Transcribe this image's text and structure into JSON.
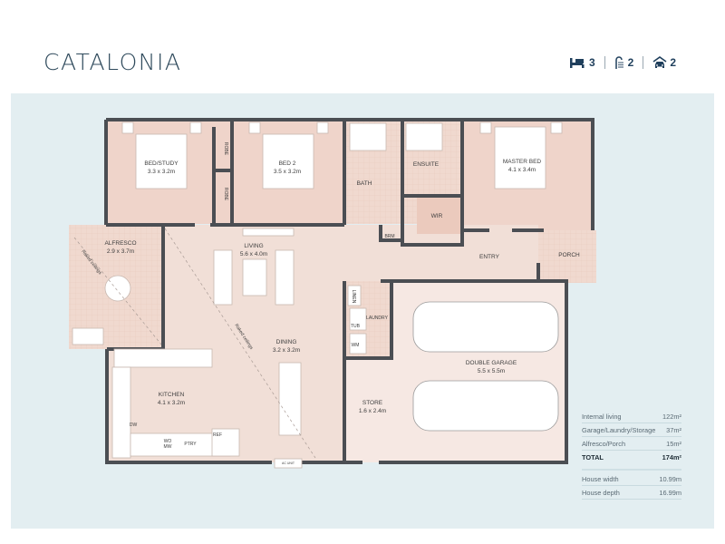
{
  "header": {
    "title": "CATALONIA",
    "specs": [
      {
        "icon": "bed-icon",
        "value": "3"
      },
      {
        "icon": "shower-icon",
        "value": "2"
      },
      {
        "icon": "garage-car-icon",
        "value": "2"
      }
    ]
  },
  "rooms": {
    "bed_study": {
      "name": "BED/STUDY",
      "size": "3.3 x 3.2m"
    },
    "robe1": {
      "name": "ROBE"
    },
    "robe2": {
      "name": "ROBE"
    },
    "bed2": {
      "name": "BED 2",
      "size": "3.5 x 3.2m"
    },
    "bath": {
      "name": "BATH"
    },
    "ensuite": {
      "name": "ENSUITE"
    },
    "wir": {
      "name": "WIR"
    },
    "brm": {
      "name": "BRM"
    },
    "master": {
      "name": "MASTER BED",
      "size": "4.1 x 3.4m"
    },
    "entry": {
      "name": "ENTRY"
    },
    "porch": {
      "name": "PORCH"
    },
    "alfresco": {
      "name": "ALFRESCO",
      "size": "2.9 x 3.7m"
    },
    "living": {
      "name": "LIVING",
      "size": "5.6 x 4.0m"
    },
    "dining": {
      "name": "DINING",
      "size": "3.2 x 3.2m"
    },
    "kitchen": {
      "name": "KITCHEN",
      "size": "4.1 x 3.2m"
    },
    "linen": {
      "name": "LINEN"
    },
    "laundry": {
      "name": "LAUNDRY"
    },
    "tub": {
      "name": "TUB"
    },
    "wm": {
      "name": "WM"
    },
    "store": {
      "name": "STORE",
      "size": "1.6 x 2.4m"
    },
    "garage": {
      "name": "DOUBLE GARAGE",
      "size": "5.5 x 5.5m"
    }
  },
  "fixtures": {
    "dw": "DW",
    "wo": "WO",
    "mw": "MW",
    "ptry": "PTRY",
    "ref": "REF",
    "ac_unit": "AC UNIT",
    "raked1": "Raked ceilings",
    "raked2": "Raked ceilings"
  },
  "areas": {
    "rows": [
      {
        "label": "Internal living",
        "value": "122m²"
      },
      {
        "label": "Garage/Laundry/Storage",
        "value": "37m²"
      },
      {
        "label": "Alfresco/Porch",
        "value": "15m²"
      }
    ],
    "total": {
      "label": "TOTAL",
      "value": "174m²"
    },
    "dims": [
      {
        "label": "House width",
        "value": "10.99m"
      },
      {
        "label": "House depth",
        "value": "16.99m"
      }
    ]
  }
}
